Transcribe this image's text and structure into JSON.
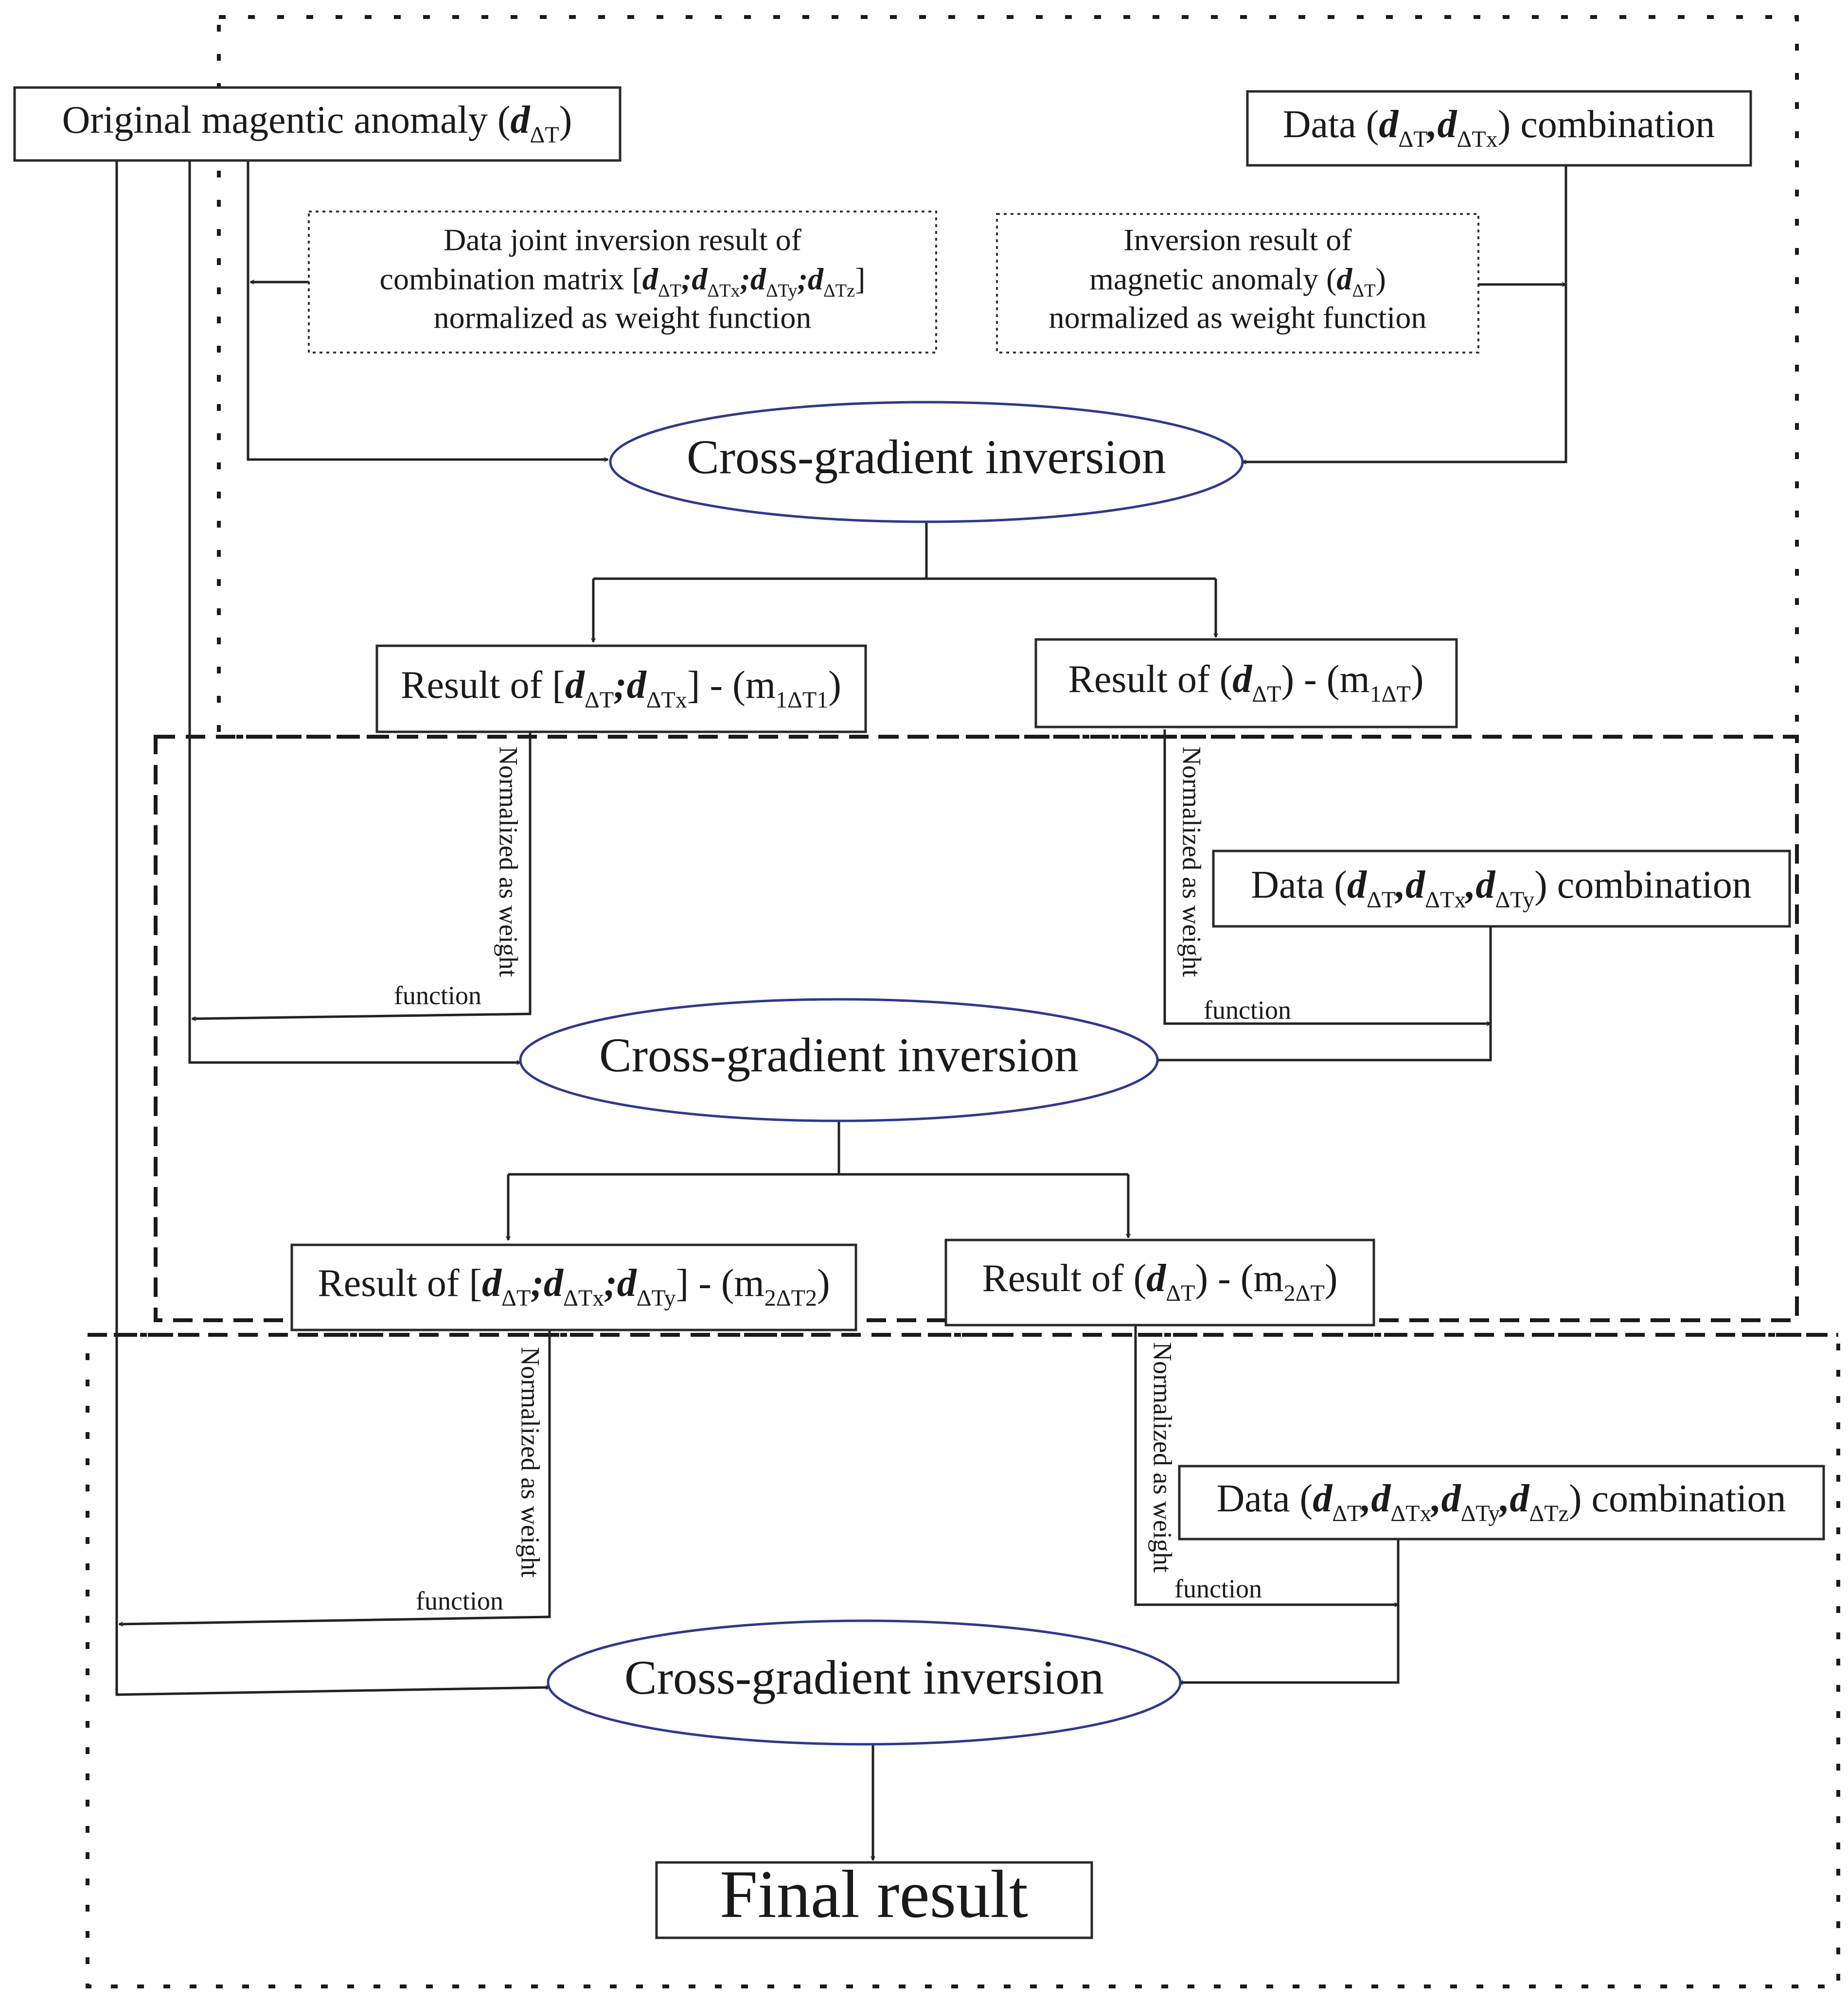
{
  "nodes": {
    "original": {
      "p1": "Original magentic anomaly (",
      "v": "d",
      "s": "ΔT",
      "p2": ")"
    },
    "data1": {
      "p1": "Data (",
      "v1": "d",
      "s1": "ΔT",
      "c1": ",",
      "v2": "d",
      "s2": "ΔTx",
      "p2": ") combination"
    },
    "weight_left": {
      "line1": "Data joint inversion result of",
      "line2": {
        "p1": "combination matrix [",
        "v1": "d",
        "s1": "ΔT",
        "sep1": ";",
        "v2": "d",
        "s2": "ΔTx",
        "sep2": ";",
        "v3": "d",
        "s3": "ΔTy",
        "sep3": ";",
        "v4": "d",
        "s4": "ΔTz",
        "p2": "]"
      },
      "line3": "normalized as weight function"
    },
    "weight_right": {
      "line1": "Inversion result of",
      "line2": {
        "p1": "magnetic anomaly (",
        "v": "d",
        "s": "ΔT",
        "p2": ")"
      },
      "line3": "normalized as weight function"
    },
    "inversion1": "Cross-gradient inversion",
    "result_left1": {
      "p1": "Result of [",
      "v1": "d",
      "s1": "ΔT",
      "sep1": ";",
      "v2": "d",
      "s2": "ΔTx",
      "p2": "] - (m",
      "ms": "1ΔT1",
      "p3": ")"
    },
    "result_right1": {
      "p1": "Result of  (",
      "v": "d",
      "s": "ΔT",
      "p2": ")  - (m",
      "ms": "1ΔT",
      "p3": ")"
    },
    "data2": {
      "p1": "Data (",
      "v1": "d",
      "s1": "ΔT",
      "c1": ",",
      "v2": "d",
      "s2": "ΔTx",
      "c2": ",",
      "v3": "d",
      "s3": "ΔTy",
      "p2": ") combination"
    },
    "inversion2": "Cross-gradient inversion",
    "result_left2": {
      "p1": "Result of [",
      "v1": "d",
      "s1": "ΔT",
      "sep1": ";",
      "v2": "d",
      "s2": "ΔTx",
      "sep2": ";",
      "v3": "d",
      "s3": "ΔTy",
      "p2": "] - (m",
      "ms": "2ΔT2",
      "p3": ")"
    },
    "result_right2": {
      "p1": "Result of  (",
      "v": "d",
      "s": "ΔT",
      "p2": ")  - (m",
      "ms": "2ΔT",
      "p3": ")"
    },
    "data3": {
      "p1": "Data (",
      "v1": "d",
      "s1": "ΔT",
      "c1": ",",
      "v2": "d",
      "s2": "ΔTx",
      "c2": ",",
      "v3": "d",
      "s3": "ΔTy",
      "c3": ",",
      "v4": "d",
      "s4": "ΔTz",
      "p2": ") combination"
    },
    "inversion3": "Cross-gradient inversion",
    "final": "Final result"
  },
  "edge_labels": {
    "normalized_weight": "Normalized as weight",
    "function": "function"
  }
}
